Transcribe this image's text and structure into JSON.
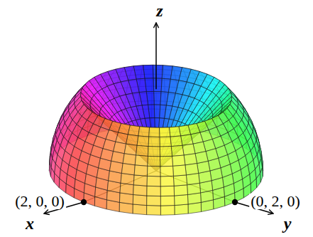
{
  "diagram": {
    "labels": [
      "z",
      "(2, 0, 0)",
      "(0, 2, 0)",
      "x",
      "y"
    ]
  }
}
